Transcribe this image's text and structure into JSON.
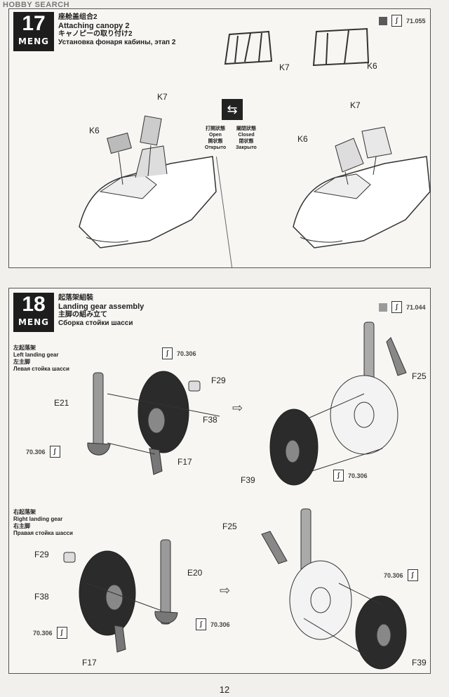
{
  "watermark": "HOBBY SEARCH",
  "page_number": "12",
  "step17": {
    "number": "17",
    "brand": "MENG",
    "title_cn": "座舱盖组合2",
    "title_en": "Attaching canopy 2",
    "title_jp": "キャノピーの取り付け2",
    "title_ru": "Установка фонаря кабины, этап 2",
    "paint_code": "71.055",
    "paint_color": "#5a5a5a",
    "labels": {
      "k7_top": "K7",
      "k6_top": "K6",
      "k7_left": "K7",
      "k6_left": "K6",
      "k7_right": "K7",
      "k6_right": "K6"
    },
    "state_open": {
      "cn": "打開狀態",
      "en": "Open",
      "jp": "開状態",
      "ru": "Открыто"
    },
    "state_closed": {
      "cn": "關閉狀態",
      "en": "Closed",
      "jp": "閉状態",
      "ru": "Закрыто"
    }
  },
  "step18": {
    "number": "18",
    "brand": "MENG",
    "title_cn": "起落架組裝",
    "title_en": "Landing gear assembly",
    "title_jp": "主脚の組み立て",
    "title_ru": "Сборка стойки шасси",
    "paint_code": "71.044",
    "paint_color": "#9a9a9a",
    "left_gear": {
      "cn": "左起落架",
      "en": "Left landing gear",
      "jp": "左主脚",
      "ru": "Левая стойка шасси"
    },
    "right_gear": {
      "cn": "右起落架",
      "en": "Right landing gear",
      "jp": "右主脚",
      "ru": "Правая стойка шасси"
    },
    "paint_306": "70.306",
    "labels": {
      "e21": "E21",
      "f29_a": "F29",
      "f38_a": "F38",
      "f17_a": "F17",
      "f25_a": "F25",
      "f39_a": "F39",
      "e20": "E20",
      "f29_b": "F29",
      "f38_b": "F38",
      "f17_b": "F17",
      "f25_b": "F25",
      "f39_b": "F39"
    }
  }
}
